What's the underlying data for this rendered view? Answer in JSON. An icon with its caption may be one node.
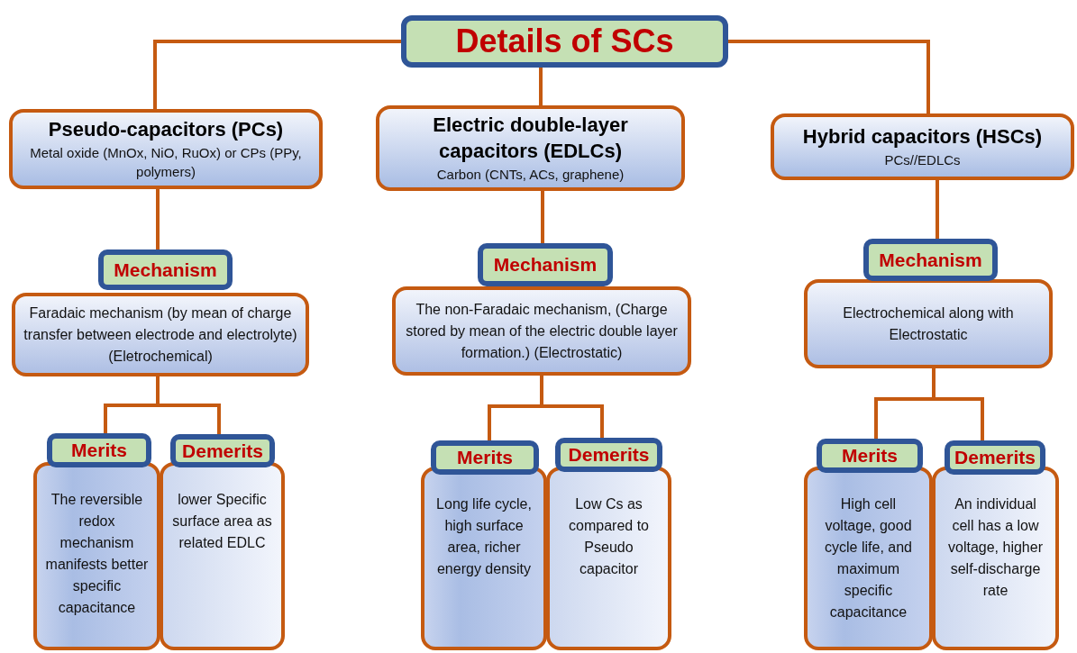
{
  "diagram": {
    "nodes": [
      {
        "text": [
          "Details of SCs"
        ]
      },
      {
        "text": [
          "Pseudo-capacitors (PCs)",
          "Metal oxide (MnOx, NiO, RuOx) or CPs (PPy, polymers)"
        ]
      },
      {
        "text": [
          "Electric double-layer capacitors (EDLCs)",
          "Carbon (CNTs, ACs, graphene)"
        ]
      },
      {
        "text": [
          "Hybrid capacitors (HSCs)",
          "PCs//EDLCs"
        ]
      },
      {
        "text": [
          "Mechanism"
        ]
      },
      {
        "text": [
          "Faradaic mechanism (by mean of charge transfer between electrode and electrolyte) (Eletrochemical)"
        ]
      },
      {
        "text": [
          "Merits"
        ]
      },
      {
        "text": [
          "The reversible redox mechanism manifests better specific capacitance"
        ]
      },
      {
        "text": [
          "Demerits"
        ]
      },
      {
        "text": [
          "lower Specific surface area as related EDLC"
        ]
      },
      {
        "text": [
          "Mechanism"
        ]
      },
      {
        "text": [
          "The non-Faradaic mechanism, (Charge stored by mean of the electric double layer formation.) (Electrostatic)"
        ]
      },
      {
        "text": [
          "Merits"
        ]
      },
      {
        "text": [
          "Long life cycle, high surface area, richer energy density"
        ]
      },
      {
        "text": [
          "Demerits"
        ]
      },
      {
        "text": [
          "Low Cs as compared to Pseudo capacitor"
        ]
      },
      {
        "text": [
          "Mechanism"
        ]
      },
      {
        "text": [
          "Electrochemical along with Electrostatic"
        ]
      },
      {
        "text": [
          "Merits"
        ]
      },
      {
        "text": [
          "High cell voltage, good cycle life, and maximum specific capacitance"
        ]
      },
      {
        "text": [
          "Demerits"
        ]
      },
      {
        "text": [
          "An individual cell has a low voltage, higher self-discharge rate"
        ]
      }
    ],
    "edges": [
      {
        "from": 0,
        "to": 1,
        "arrow": "none"
      },
      {
        "from": 0,
        "to": 2,
        "arrow": "none"
      },
      {
        "from": 0,
        "to": 3,
        "arrow": "none"
      },
      {
        "from": 1,
        "to": 4,
        "arrow": "none"
      },
      {
        "from": 5,
        "to": 6,
        "arrow": "none"
      },
      {
        "from": 5,
        "to": 8,
        "arrow": "none"
      },
      {
        "from": 2,
        "to": 10,
        "arrow": "none"
      },
      {
        "from": 11,
        "to": 12,
        "arrow": "none"
      },
      {
        "from": 11,
        "to": 14,
        "arrow": "none"
      },
      {
        "from": 3,
        "to": 16,
        "arrow": "none"
      },
      {
        "from": 17,
        "to": 18,
        "arrow": "none"
      },
      {
        "from": 17,
        "to": 20,
        "arrow": "none"
      }
    ]
  }
}
